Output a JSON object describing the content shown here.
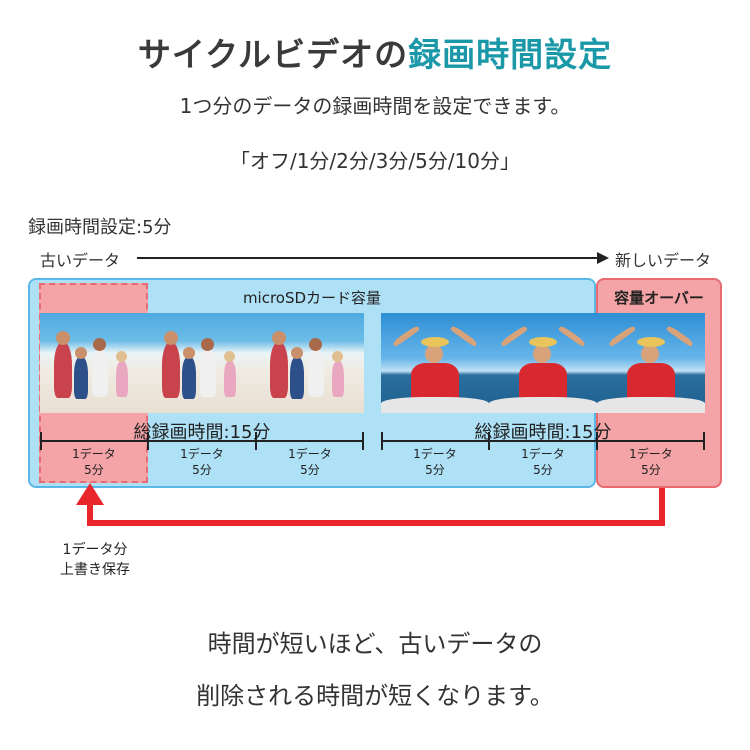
{
  "title": {
    "prefix": "サイクルビデオの",
    "accent": "録画時間設定"
  },
  "subtitle": "1つ分のデータの録画時間を設定できます。",
  "options": "「オフ/1分/2分/3分/5分/10分」",
  "setting_label": "録画時間設定:5分",
  "timeline": {
    "old": "古いデータ",
    "new": "新しいデータ"
  },
  "card_label": "microSDカード容量",
  "over_label": "容量オーバー",
  "total_left": "総録画時間:15分",
  "total_right": "総録画時間:15分",
  "segments": [
    {
      "line1": "1データ",
      "line2": "5分"
    },
    {
      "line1": "1データ",
      "line2": "5分"
    },
    {
      "line1": "1データ",
      "line2": "5分"
    },
    {
      "line1": "1データ",
      "line2": "5分"
    },
    {
      "line1": "1データ",
      "line2": "5分"
    },
    {
      "line1": "1データ",
      "line2": "5分"
    }
  ],
  "overwrite_note": {
    "line1": "1データ分",
    "line2": "上書き保存"
  },
  "footer": {
    "line1": "時間が短いほど、古いデータの",
    "line2": "削除される時間が短くなります。"
  },
  "colors": {
    "accent": "#1a98a8",
    "card_fill": "#aee0f6",
    "card_border": "#5bb8e6",
    "over_fill": "#f4a3a6",
    "over_border": "#e76b70",
    "arrow": "#e8262c"
  },
  "icons": {
    "timeline_arrow": "right-arrow-icon",
    "overwrite_arrow": "loop-arrow-icon"
  }
}
